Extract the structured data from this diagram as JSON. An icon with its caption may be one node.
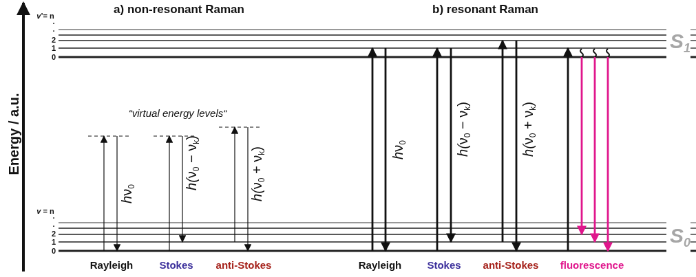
{
  "diagram": {
    "labels": [
      "a) non-resonant Raman",
      "b) resonant Raman",
      "*v*’= n",
      ".",
      ".",
      "2",
      "1",
      "0",
      "S$_{1}$",
      "Energy / a.u.",
      "“virtual energy levels“",
      "hν$_{0}$",
      "h(ν$_{0}$ − ν$_{k}$)",
      "h(ν$_{0}$ + ν$_{k}$)",
      "hν$_{0}$",
      "h(ν$_{0}$ − ν$_{k}$)",
      "h(ν$_{0}$ + ν$_{k}$)",
      "*v* = n",
      ".",
      ".",
      "2",
      "1",
      "0",
      "S$_{0}$",
      "Rayleigh",
      "Stokes",
      "anti-Stokes",
      "Rayleigh",
      "Stokes",
      "anti-Stokes",
      "fluorescence"
    ]
  }
}
